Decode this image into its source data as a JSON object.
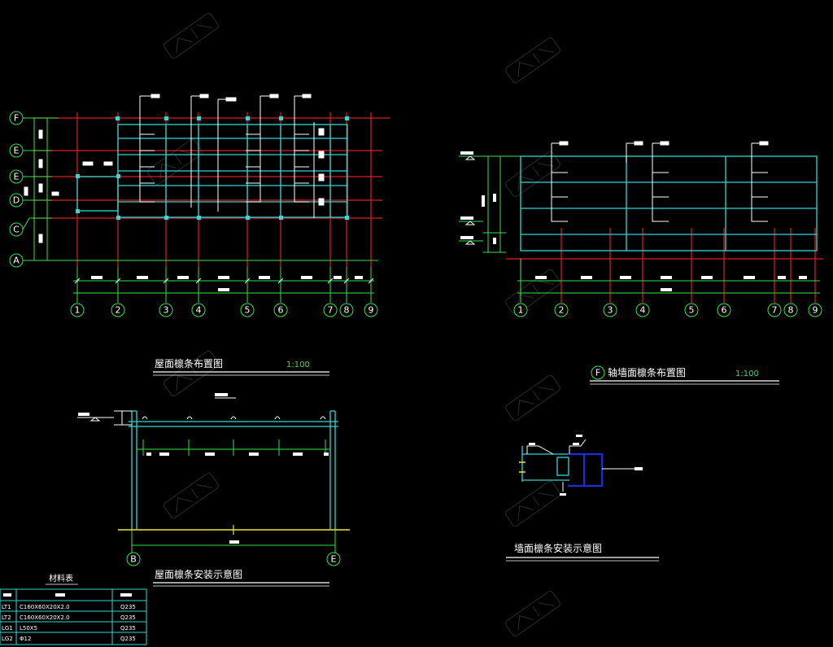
{
  "colors": {
    "background": "#000000",
    "grid_line_red": "#e01f1f",
    "purlin_cyan": "#34d7d3",
    "axis_green": "#37e04a",
    "annotation_white": "#ffffff",
    "bracket_blue": "#1b2de0",
    "baseline_yellow": "#e8e836"
  },
  "plan": {
    "row_axes": [
      "F",
      "E",
      "E",
      "D",
      "C",
      "A"
    ],
    "col_axes": [
      "1",
      "2",
      "3",
      "4",
      "5",
      "6",
      "7",
      "8",
      "9"
    ],
    "title": "屋面檩条布置图",
    "scale": "1:100"
  },
  "elevation": {
    "col_axes": [
      "1",
      "2",
      "3",
      "4",
      "5",
      "6",
      "7",
      "8",
      "9"
    ],
    "axis_marker": "F",
    "title": "轴墙面檩条布置图",
    "scale": "1:100"
  },
  "section": {
    "axis_left": "B",
    "axis_right": "E",
    "title": "屋面檩条安装示意图"
  },
  "detail": {
    "title": "墙面檩条安装示意图"
  },
  "material_table": {
    "title": "材料表",
    "rows": [
      {
        "name": "LT1",
        "spec": "C160X60X20X2.0",
        "material": "Q235"
      },
      {
        "name": "LT2",
        "spec": "C160X60X20X2.0",
        "material": "Q235"
      },
      {
        "name": "LG1",
        "spec": "L50X5",
        "material": "Q235"
      },
      {
        "name": "LG2",
        "spec": "Φ12",
        "material": "Q235"
      }
    ]
  }
}
